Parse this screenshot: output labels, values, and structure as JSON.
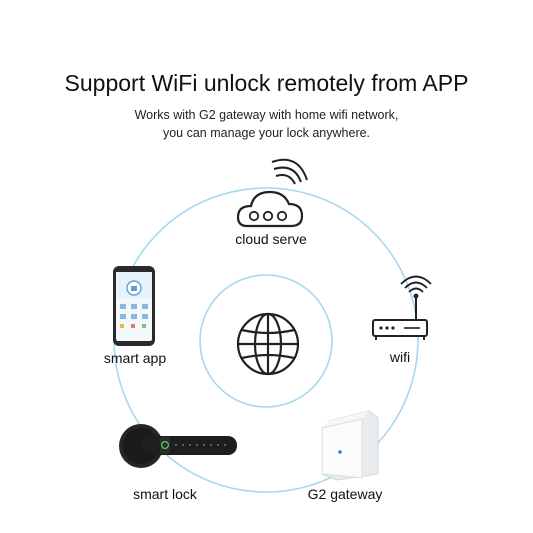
{
  "header": {
    "title": "Support WiFi unlock remotely from APP",
    "subtitle_line1": "Works with G2 gateway with home wifi network,",
    "subtitle_line2": "you can manage your lock anywhere."
  },
  "nodes": {
    "cloud": {
      "label": "cloud serve",
      "icon": "cloud-icon"
    },
    "wifi": {
      "label": "wifi",
      "icon": "wifi-router-icon"
    },
    "gateway": {
      "label": "G2 gateway",
      "icon": "gateway-device"
    },
    "lock": {
      "label": "smart lock",
      "icon": "smart-lock-image"
    },
    "app": {
      "label": "smart app",
      "icon": "smartphone-image"
    },
    "center": {
      "icon": "globe-icon"
    }
  },
  "colors": {
    "ring": "#9fd6ec",
    "line": "#222222"
  }
}
